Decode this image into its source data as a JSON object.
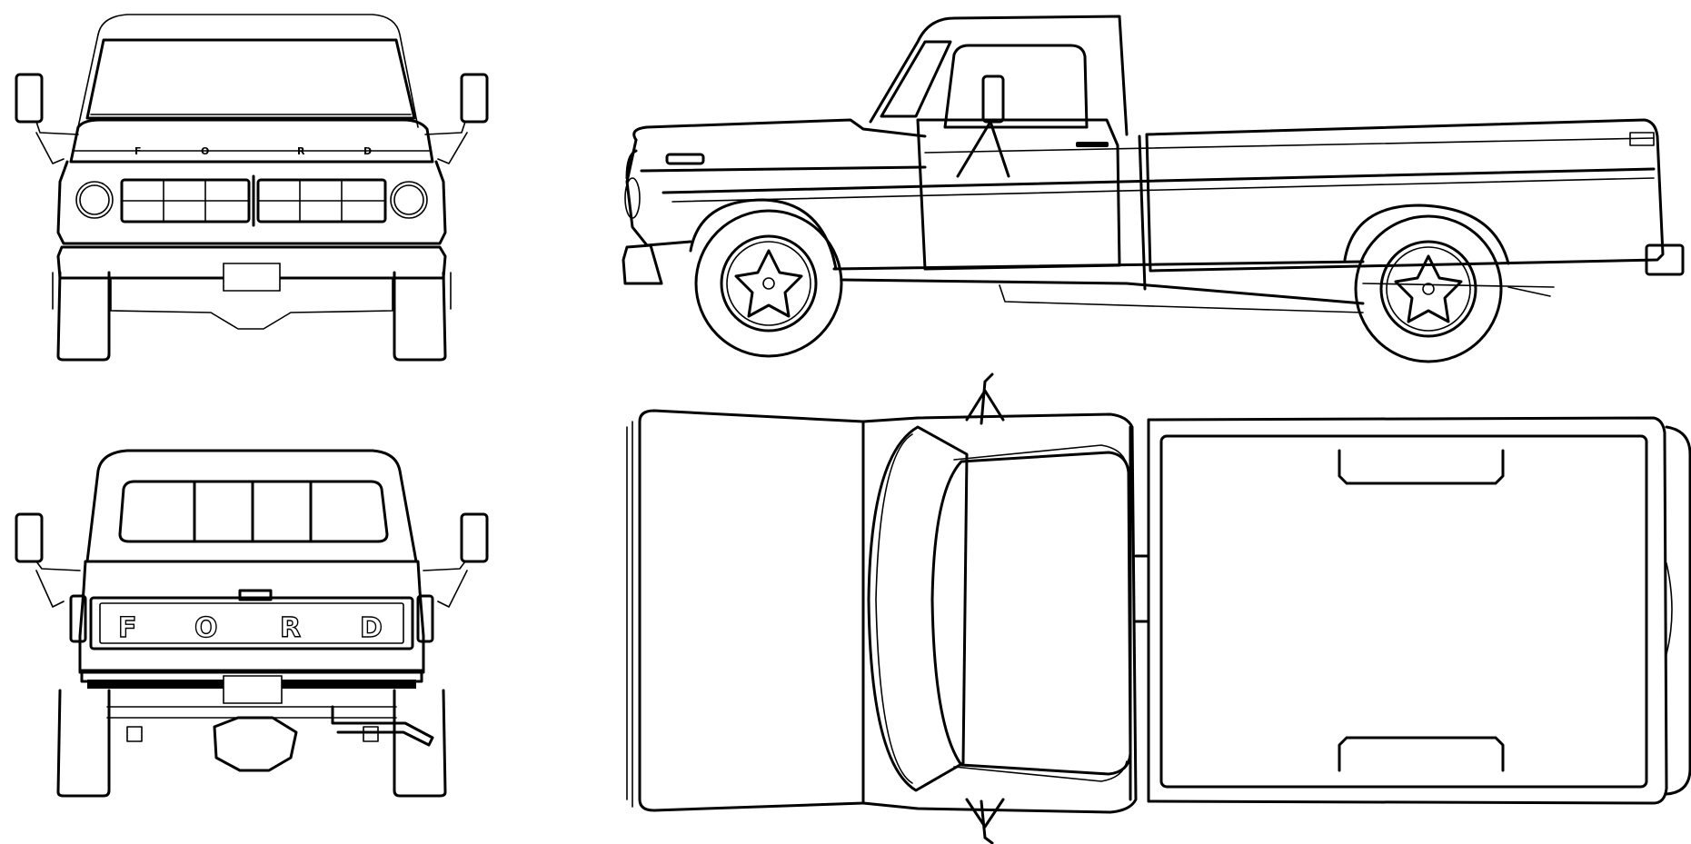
{
  "views": {
    "front": {
      "hood_letters": [
        "F",
        "O",
        "R",
        "D"
      ]
    },
    "rear": {
      "tailgate_letters": [
        "F",
        "O",
        "R",
        "D"
      ]
    },
    "side": {},
    "top": {}
  },
  "colors": {
    "line": "#000000",
    "paper": "#ffffff"
  }
}
